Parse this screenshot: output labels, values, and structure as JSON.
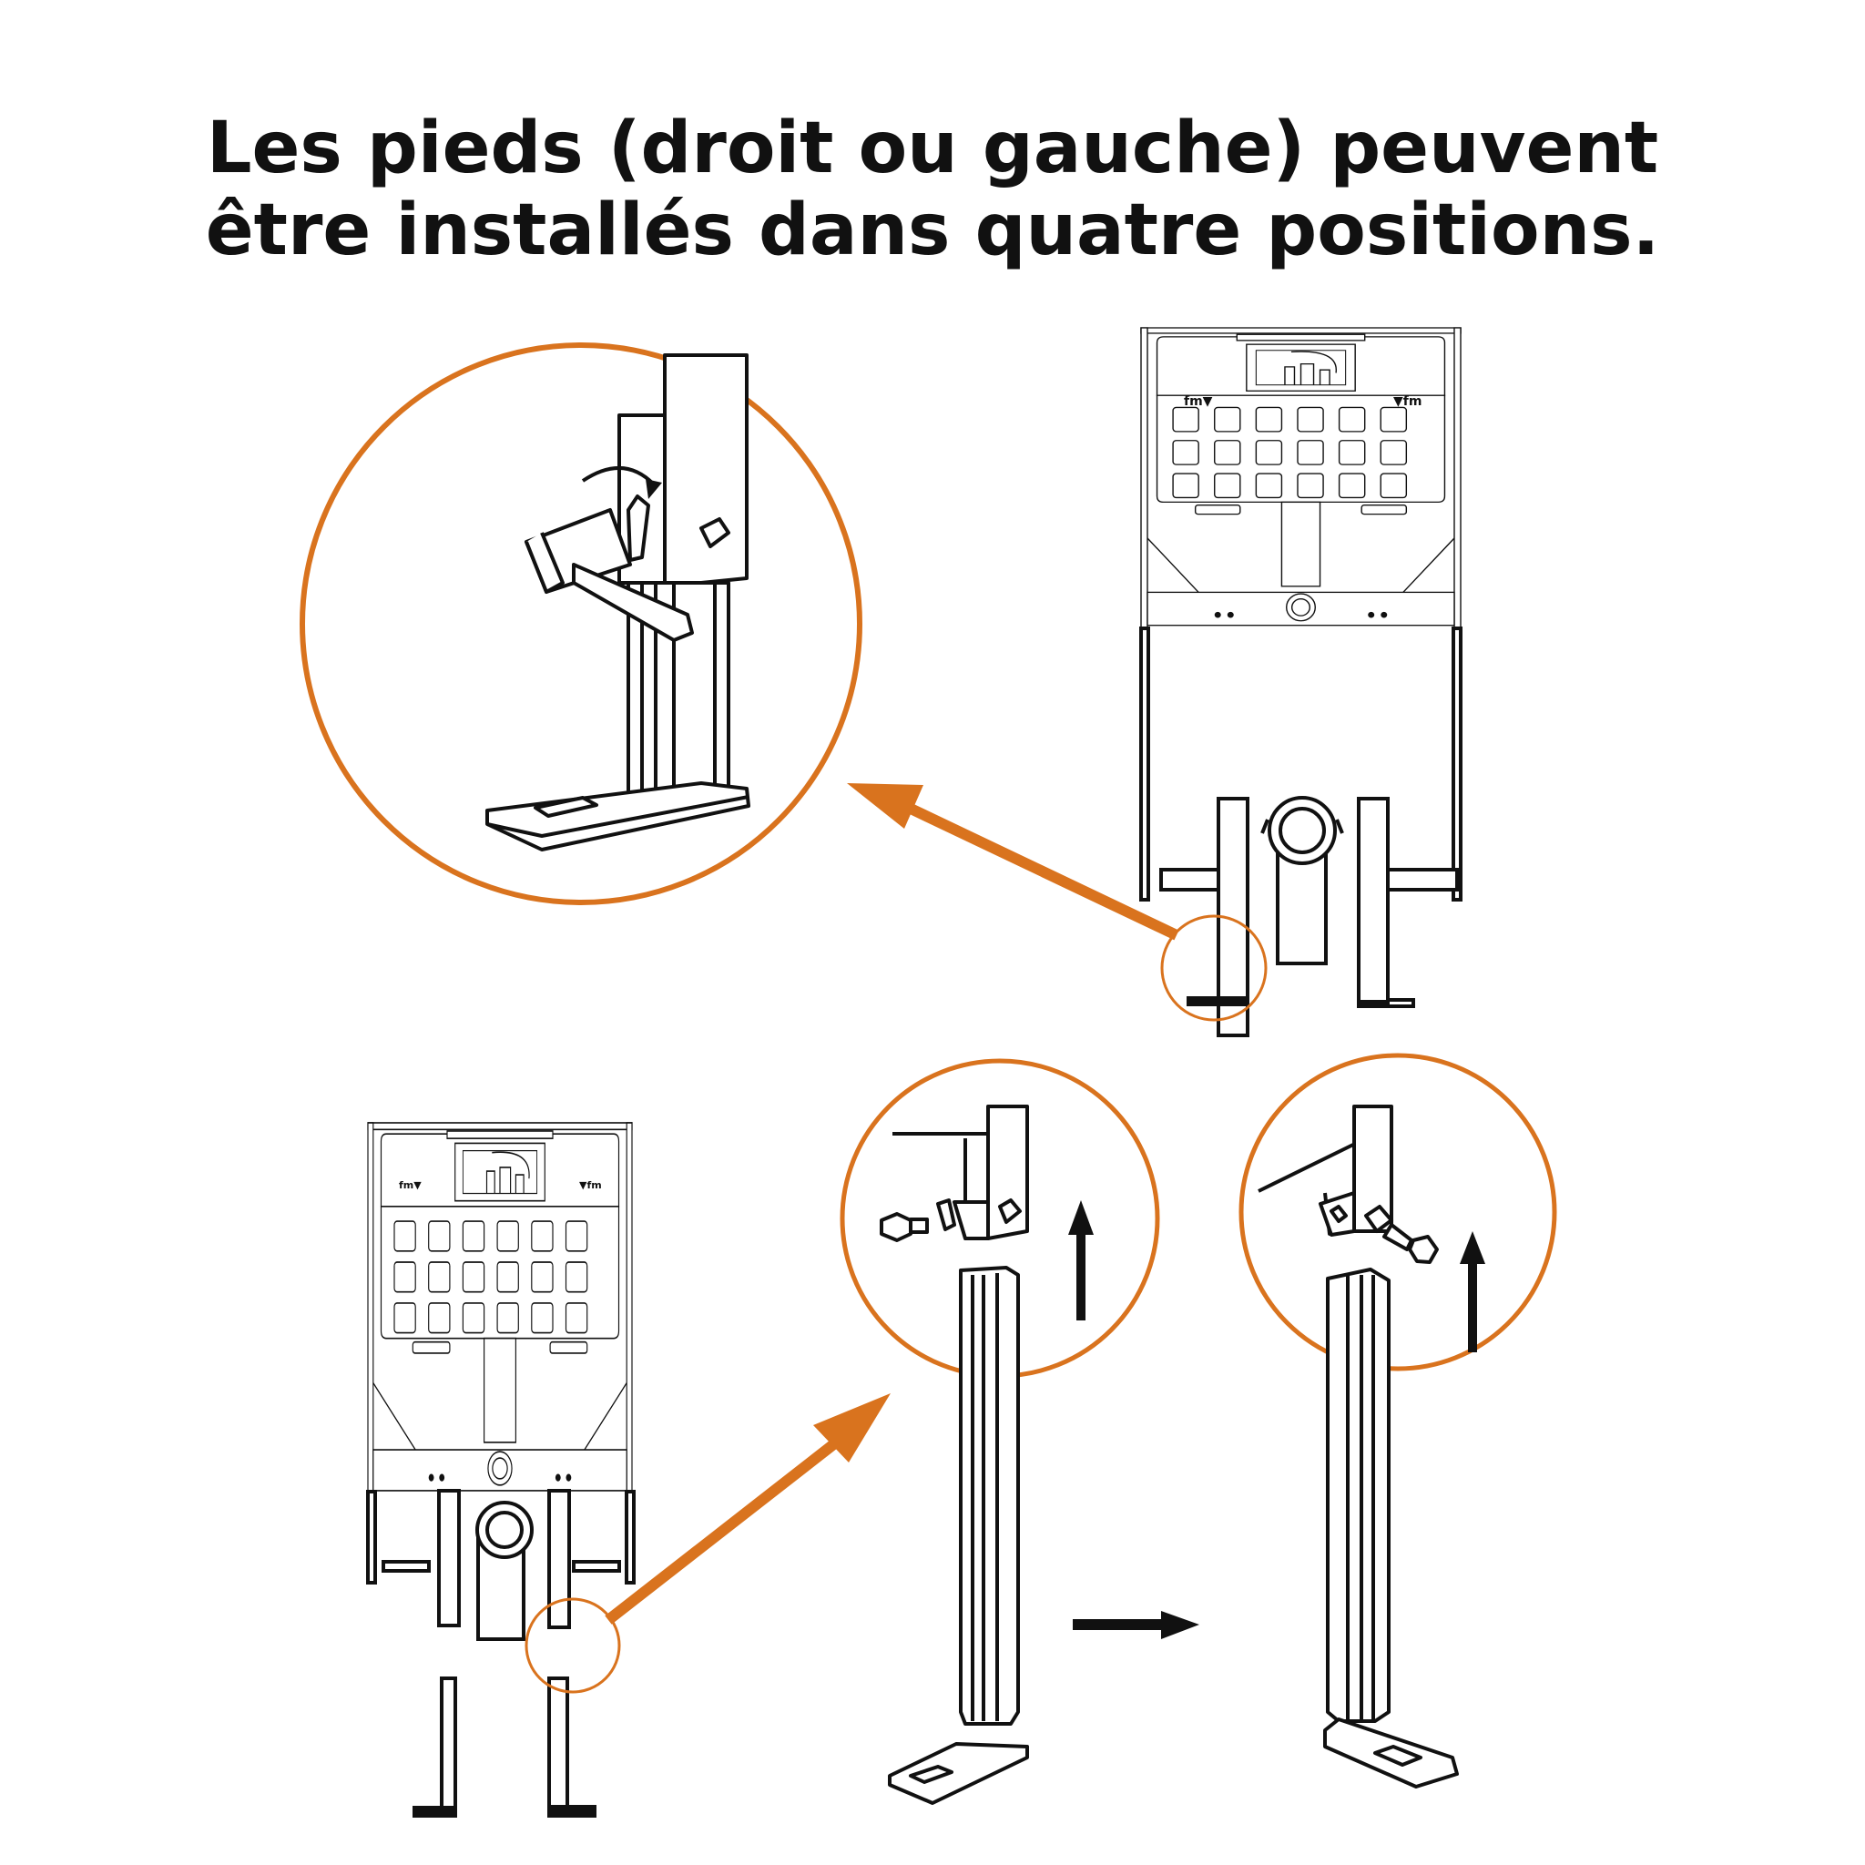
{
  "title": {
    "line1": "Les pieds (droit ou gauche) peuvent",
    "line2": "être installés dans quatre positions."
  },
  "frame_labels": {
    "left_mark": "fm▼",
    "right_mark": "▼fm"
  },
  "colors": {
    "accent": "#D9731E",
    "ink": "#111111",
    "background": "#FFFFFF"
  },
  "icons": [
    "rotation-arrow-icon",
    "up-arrow-icon",
    "right-arrow-icon",
    "callout-arrow-icon"
  ]
}
